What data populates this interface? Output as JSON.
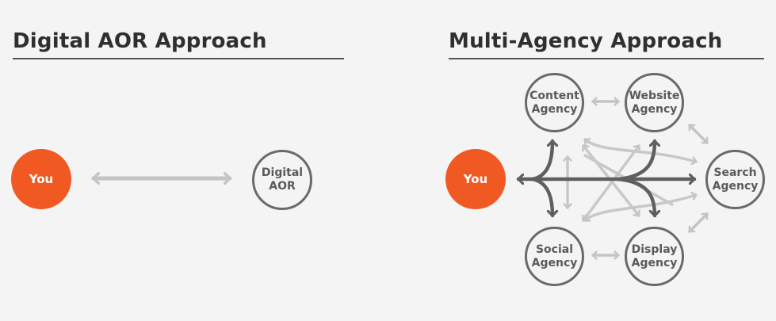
{
  "colors": {
    "you": "#f05a22",
    "dark_arrow": "#5f5f5f",
    "light_arrow": "#c4c4c4",
    "node_border": "#6a6a6a",
    "title": "#2f2f2f",
    "rule": "#555555"
  },
  "left": {
    "title": "Digital AOR Approach",
    "you_label": "You",
    "aor_label": "Digital\nAOR"
  },
  "right": {
    "title": "Multi-Agency Approach",
    "you_label": "You",
    "agencies": {
      "content": "Content\nAgency",
      "website": "Website\nAgency",
      "search": "Search\nAgency",
      "social": "Social\nAgency",
      "display": "Display\nAgency"
    }
  }
}
